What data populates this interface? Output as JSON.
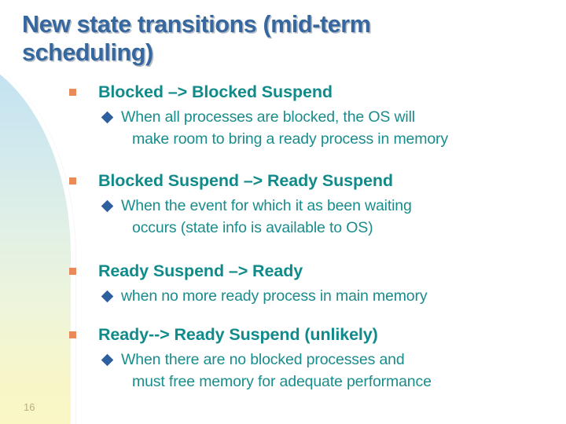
{
  "slide": {
    "title": "New state transitions (mid-term\nscheduling)",
    "page_number": "16",
    "colors": {
      "title": "#36679e",
      "heading": "#118a8a",
      "subtext": "#1a8c8c",
      "level1_bullet": "#ea8a59",
      "level2_bullet": "#2e5f9e",
      "background": "#ffffff",
      "band_top": "#bfe0f2",
      "band_bottom": "#fbf8c4",
      "page_number": "#b9ac83"
    }
  },
  "content": {
    "groups": [
      {
        "heading": "Blocked –> Blocked Suspend",
        "sub_line1": "When all processes are blocked, the OS will",
        "sub_line2": "make room to bring a ready process in memory"
      },
      {
        "heading": "Blocked Suspend –> Ready Suspend",
        "sub_line1": "When the event for which it as been waiting",
        "sub_line2": "occurs (state info is available to OS)"
      },
      {
        "heading": "Ready Suspend –> Ready",
        "sub_line1": "when no more ready process in main memory",
        "sub_line2": ""
      },
      {
        "heading": "Ready--> Ready Suspend (unlikely)",
        "sub_line1": "When there are no blocked processes and",
        "sub_line2": "must free memory for adequate performance"
      }
    ]
  }
}
